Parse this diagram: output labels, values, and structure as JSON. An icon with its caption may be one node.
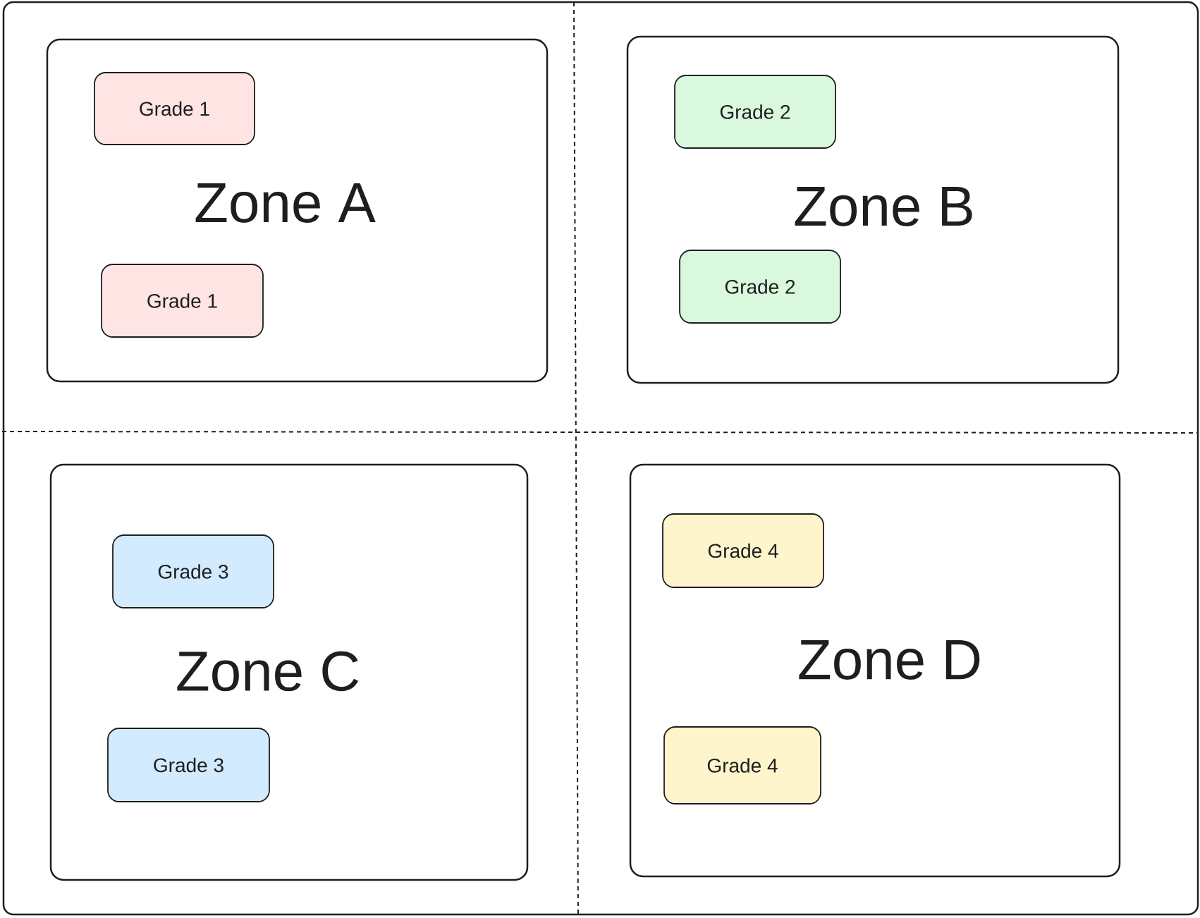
{
  "diagram": {
    "nodes": [
      {
        "text": [
          "Zone A"
        ]
      },
      {
        "text": [
          "Grade 1"
        ],
        "in": 0
      },
      {
        "text": [
          "Grade 1"
        ],
        "in": 0
      },
      {
        "text": [
          "Zone B"
        ]
      },
      {
        "text": [
          "Grade 2"
        ],
        "in": 3
      },
      {
        "text": [
          "Grade 2"
        ],
        "in": 3
      },
      {
        "text": [
          "Zone C"
        ]
      },
      {
        "text": [
          "Grade 3"
        ],
        "in": 6
      },
      {
        "text": [
          "Grade 3"
        ],
        "in": 6
      },
      {
        "text": [
          "Zone D"
        ]
      },
      {
        "text": [
          "Grade 4"
        ],
        "in": 9
      },
      {
        "text": [
          "Grade 4"
        ],
        "in": 9
      }
    ]
  }
}
